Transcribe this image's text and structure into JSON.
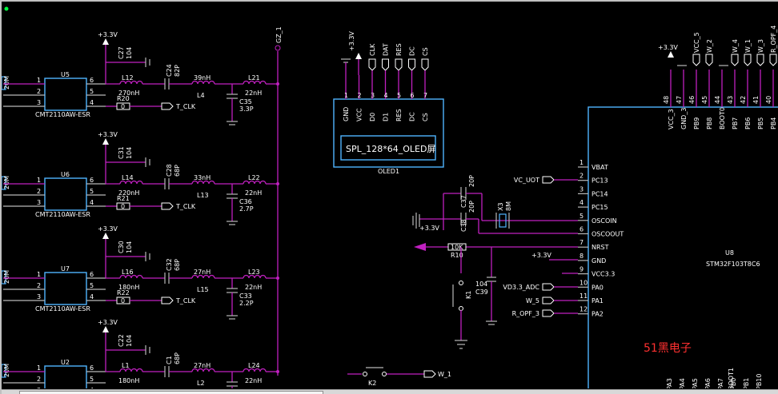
{
  "colors": {
    "background": "#000000",
    "wire": "#c020c0",
    "component": "#4fb4ff",
    "pin": "#b8b8b8",
    "label": "#ffffff",
    "brand": "#ff3030"
  },
  "supply": "+3.3V",
  "rf_modules": [
    {
      "ref": "U5",
      "part": "CMT2110AW-ESR",
      "cap_top": "C27",
      "cap_top_val": "104",
      "coupling": "C24",
      "coupling_val": "82P",
      "ind1": "L12",
      "ind1_val": "270nH",
      "ind2": "L4",
      "ind2_val": "39nH",
      "ind3": "L21",
      "ind3_val": "22nH",
      "res": "R20",
      "res_val": "0",
      "cap_low": "C35",
      "cap_low_val": "3.3P",
      "net": "T_CLK"
    },
    {
      "ref": "U6",
      "part": "CMT2110AW-ESR",
      "cap_top": "C31",
      "cap_top_val": "104",
      "coupling": "C28",
      "coupling_val": "68P",
      "ind1": "L14",
      "ind1_val": "220nH",
      "ind2": "L13",
      "ind2_val": "33nH",
      "ind3": "L22",
      "ind3_val": "22nH",
      "res": "R21",
      "res_val": "0",
      "cap_low": "C36",
      "cap_low_val": "2.7P",
      "net": "T_CLK"
    },
    {
      "ref": "U7",
      "part": "CMT2110AW-ESR",
      "cap_top": "C30",
      "cap_top_val": "104",
      "coupling": "C32",
      "coupling_val": "68P",
      "ind1": "L16",
      "ind1_val": "180nH",
      "ind2": "L15",
      "ind2_val": "27nH",
      "ind3": "L23",
      "ind3_val": "22nH",
      "res": "R22",
      "res_val": "0",
      "cap_low": "C33",
      "cap_low_val": "2.2P",
      "net": "T_CLK"
    },
    {
      "ref": "U2",
      "part": "",
      "cap_top": "C22",
      "cap_top_val": "104",
      "coupling": "C1",
      "coupling_val": "68P",
      "ind1": "L1",
      "ind1_val": "180nH",
      "ind2": "L2",
      "ind2_val": "27nH",
      "ind3": "L24",
      "ind3_val": "22nH",
      "res": "",
      "res_val": "",
      "cap_low": "",
      "cap_low_val": "",
      "net": ""
    }
  ],
  "left_edge_labels": [
    "20M",
    "20M",
    "20M",
    "20M"
  ],
  "module_pins": [
    "1",
    "2",
    "3",
    "6",
    "5",
    "4"
  ],
  "antenna_net": "GZ_1",
  "oled": {
    "title": "SPL_128*64_OLED屏",
    "ref": "OLED1",
    "pins": [
      "GND",
      "VCC",
      "D0",
      "D1",
      "RES",
      "DC",
      "CS"
    ],
    "pin_numbers": [
      "1",
      "2",
      "3",
      "4",
      "5",
      "6",
      "7"
    ],
    "nets": [
      "CLK",
      "DAT",
      "RES",
      "DC",
      "CS"
    ]
  },
  "mcu": {
    "ref": "U8",
    "part": "STM32F103T8C6",
    "left_pins": [
      {
        "num": "1",
        "name": "VBAT"
      },
      {
        "num": "2",
        "name": "PC13"
      },
      {
        "num": "3",
        "name": "PC14"
      },
      {
        "num": "4",
        "name": "PC15"
      },
      {
        "num": "5",
        "name": "OSCOIN"
      },
      {
        "num": "6",
        "name": "OSCOOUT"
      },
      {
        "num": "7",
        "name": "NRST"
      },
      {
        "num": "8",
        "name": "GND"
      },
      {
        "num": "9",
        "name": "VCC3.3"
      },
      {
        "num": "10",
        "name": "PA0"
      },
      {
        "num": "11",
        "name": "PA1"
      },
      {
        "num": "12",
        "name": "PA2"
      }
    ],
    "top_pins": [
      {
        "num": "48",
        "name": "VCC_3"
      },
      {
        "num": "47",
        "name": "GND_3"
      },
      {
        "num": "46",
        "name": "PB9"
      },
      {
        "num": "45",
        "name": "PB8"
      },
      {
        "num": "44",
        "name": "BOOT0"
      },
      {
        "num": "43",
        "name": "PB7"
      },
      {
        "num": "42",
        "name": "PB6"
      },
      {
        "num": "41",
        "name": "PB5"
      },
      {
        "num": "40",
        "name": "PB4"
      }
    ],
    "top_nets": [
      "VCC_5",
      "W_2",
      "W_4",
      "W_1",
      "W_3",
      "R_OPF_4"
    ],
    "bottom_pins": [
      "PA3",
      "PA4",
      "PA5",
      "PA6",
      "PA7",
      "PB0",
      "PB1",
      "PB10"
    ],
    "bottom_boot": "BOOT1"
  },
  "left_nets": [
    "VC_UOT",
    "VD3.3_ADC",
    "W_5",
    "R_OPF_3"
  ],
  "crystal": {
    "ref": "X3",
    "val": "8M",
    "c1": "C37",
    "c1_val": "20P",
    "c2": "C38",
    "c2_val": "20P"
  },
  "reset": {
    "res": "R10",
    "res_val": "10K",
    "sw": "K1",
    "cap": "C39",
    "cap_val": "104"
  },
  "switch2": {
    "ref": "K2",
    "net": "W_1"
  },
  "brand": "51黑电子"
}
